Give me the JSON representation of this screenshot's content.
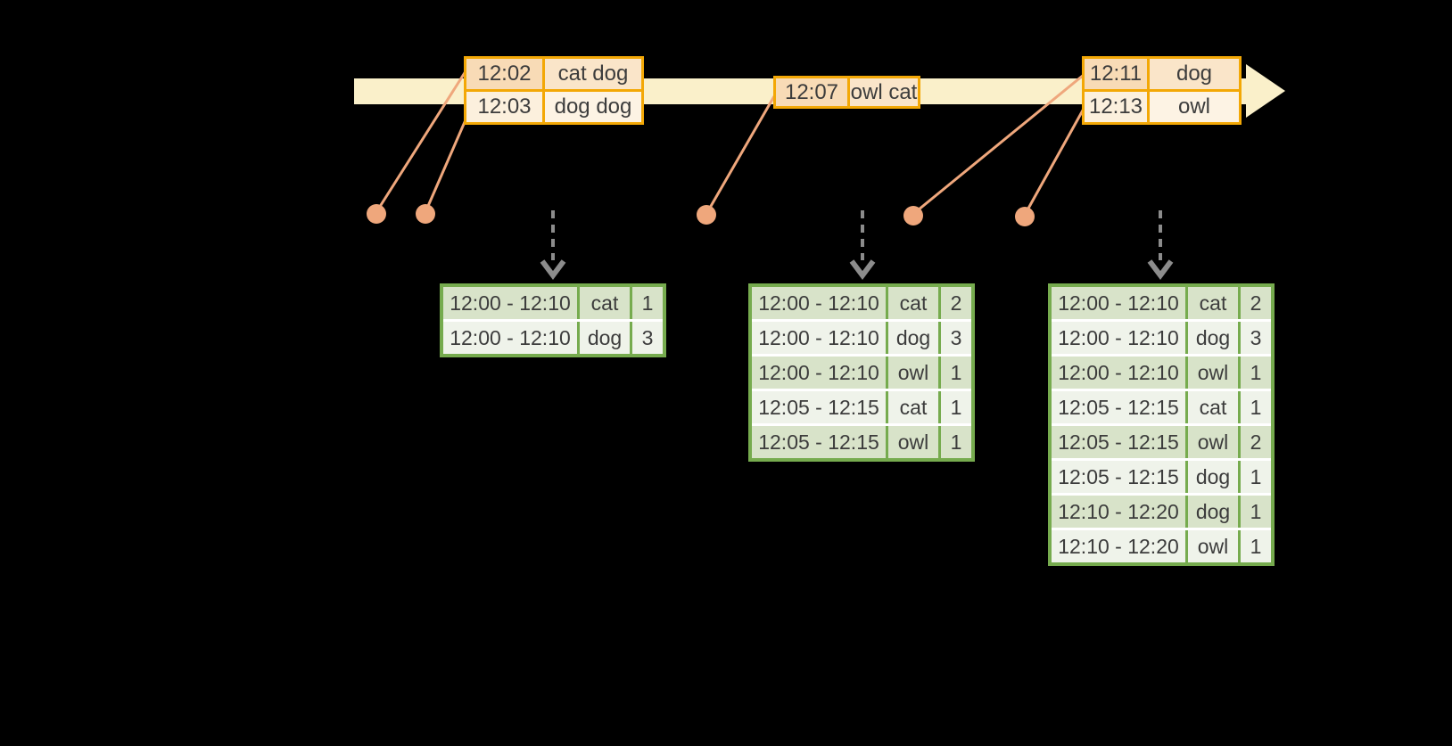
{
  "palette": {
    "background": "#000000",
    "timeline_fill": "#FAF0CA",
    "event_border": "#F3A806",
    "event_row1_time_fill": "#F8DBB6",
    "event_row1_word_fill": "#FAE5C9",
    "event_row2_time_fill": "#FCF0DD",
    "event_row2_word_fill": "#FDF3E4",
    "result_border": "#76AB4E",
    "result_row_dark_fill": "#D8E3C9",
    "result_row_light_fill": "#EFF3EA",
    "connector_color": "#EFA77C",
    "trigger_arrow_color": "#8C8C8C",
    "text_color": "#3C3C3C"
  },
  "event_tables": [
    {
      "rows": [
        {
          "time": "12:02",
          "words": "cat dog"
        },
        {
          "time": "12:03",
          "words": "dog dog"
        }
      ]
    },
    {
      "rows": [
        {
          "time": "12:07",
          "words": "owl cat"
        }
      ]
    },
    {
      "rows": [
        {
          "time": "12:11",
          "words": "dog"
        },
        {
          "time": "12:13",
          "words": "owl"
        }
      ]
    }
  ],
  "result_tables": [
    {
      "rows": [
        {
          "window": "12:00 - 12:10",
          "word": "cat",
          "count": "1"
        },
        {
          "window": "12:00 - 12:10",
          "word": "dog",
          "count": "3"
        }
      ]
    },
    {
      "rows": [
        {
          "window": "12:00 - 12:10",
          "word": "cat",
          "count": "2"
        },
        {
          "window": "12:00 - 12:10",
          "word": "dog",
          "count": "3"
        },
        {
          "window": "12:00 - 12:10",
          "word": "owl",
          "count": "1"
        },
        {
          "window": "12:05 - 12:15",
          "word": "cat",
          "count": "1"
        },
        {
          "window": "12:05 - 12:15",
          "word": "owl",
          "count": "1"
        }
      ]
    },
    {
      "rows": [
        {
          "window": "12:00 - 12:10",
          "word": "cat",
          "count": "2"
        },
        {
          "window": "12:00 - 12:10",
          "word": "dog",
          "count": "3"
        },
        {
          "window": "12:00 - 12:10",
          "word": "owl",
          "count": "1"
        },
        {
          "window": "12:05 - 12:15",
          "word": "cat",
          "count": "1"
        },
        {
          "window": "12:05 - 12:15",
          "word": "owl",
          "count": "2"
        },
        {
          "window": "12:05 - 12:15",
          "word": "dog",
          "count": "1"
        },
        {
          "window": "12:10 - 12:20",
          "word": "dog",
          "count": "1"
        },
        {
          "window": "12:10 - 12:20",
          "word": "owl",
          "count": "1"
        }
      ]
    }
  ]
}
